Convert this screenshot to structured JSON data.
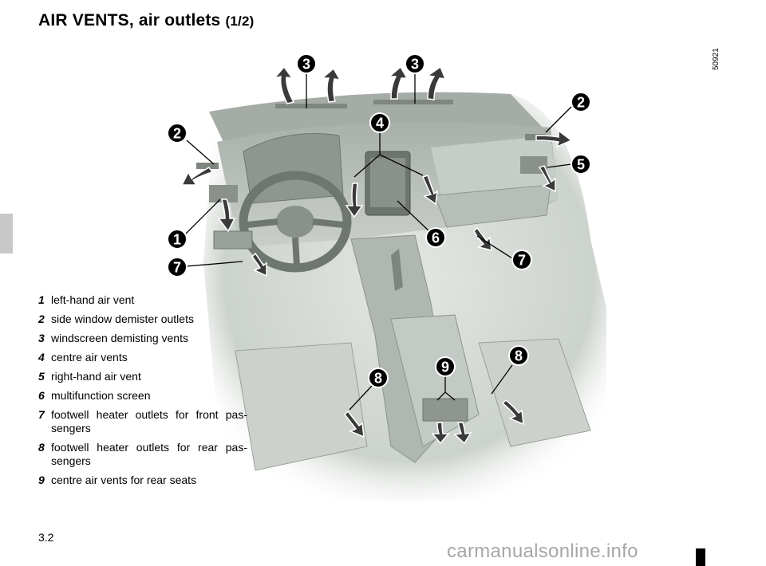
{
  "page": {
    "title": "AIR VENTS, air outlets",
    "title_suffix": "(1/2)",
    "ref_code": "50921",
    "page_number": "3.2",
    "watermark": "carmanualsonline.info"
  },
  "legend": [
    {
      "num": "1",
      "text": "left-hand air vent"
    },
    {
      "num": "2",
      "text": "side window demister outlets"
    },
    {
      "num": "3",
      "text": "windscreen demisting vents"
    },
    {
      "num": "4",
      "text": "centre air vents"
    },
    {
      "num": "5",
      "text": "right-hand air vent"
    },
    {
      "num": "6",
      "text": "multifunction screen"
    },
    {
      "num": "7",
      "text": "footwell heater outlets for front pas-sengers"
    },
    {
      "num": "8",
      "text": "footwell heater outlets for rear pas-sengers"
    },
    {
      "num": "9",
      "text": "centre air vents for rear seats"
    }
  ],
  "callouts": {
    "c1": "1",
    "c2a": "2",
    "c2b": "2",
    "c3a": "3",
    "c3b": "3",
    "c4": "4",
    "c5": "5",
    "c6": "6",
    "c7a": "7",
    "c7b": "7",
    "c8a": "8",
    "c8b": "8",
    "c9": "9"
  },
  "colors": {
    "interior_light": "#dfe3df",
    "interior_mid": "#b9bfba",
    "interior_dark": "#8e958f",
    "arrow": "#3a3a3a",
    "watermark": "#a7a7a7",
    "tab": "#c8c8c8"
  }
}
